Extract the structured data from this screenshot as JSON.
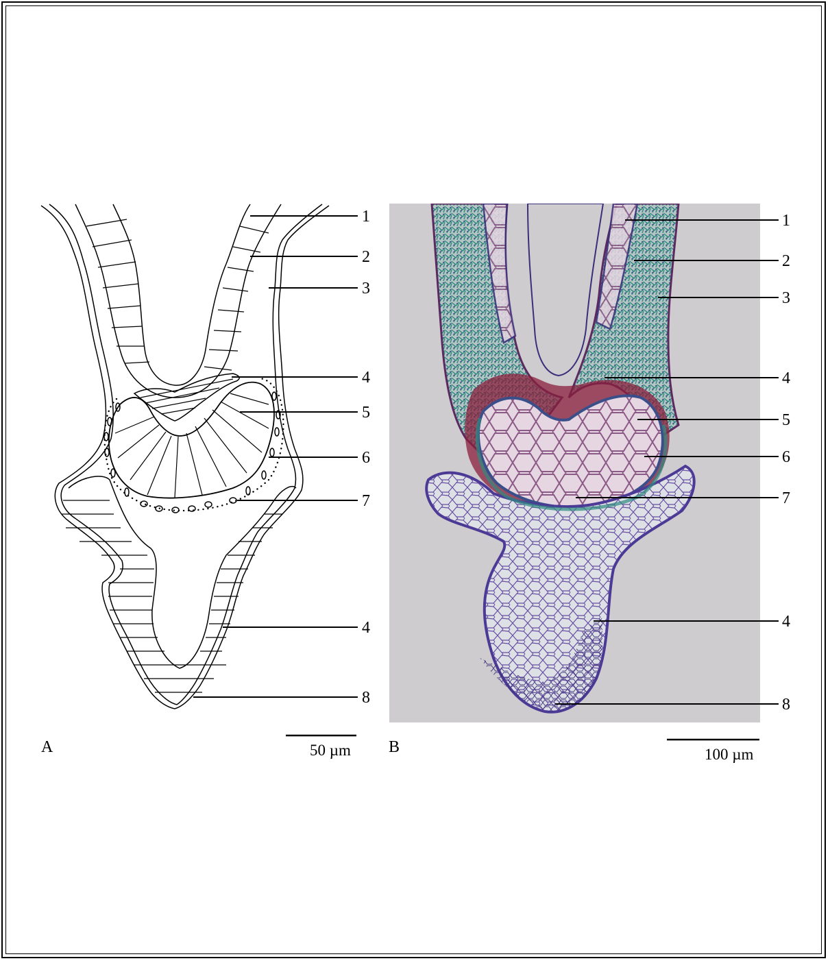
{
  "panels": [
    {
      "letter": "A",
      "kind": "line-drawing",
      "scale_bar": "50 µm",
      "callouts": [
        "1",
        "2",
        "3",
        "4",
        "5",
        "6",
        "7",
        "4",
        "8"
      ]
    },
    {
      "letter": "B",
      "kind": "stained-micrograph",
      "scale_bar": "100 µm",
      "callouts": [
        "1",
        "2",
        "3",
        "4",
        "5",
        "6",
        "7",
        "4",
        "8"
      ],
      "colors": {
        "background": "#cfcccf",
        "parenchyma_outline": "#5b3f9c",
        "green_stain": "#2f8a80",
        "red_stain": "#8a1f3c",
        "pink_cells": "#d9b8cf"
      }
    }
  ]
}
